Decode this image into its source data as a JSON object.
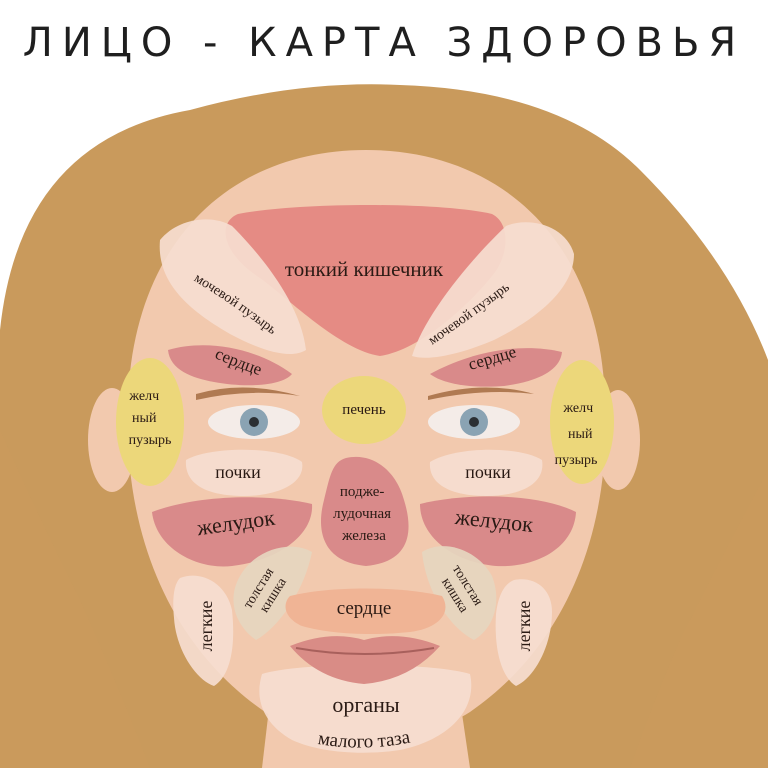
{
  "title": "ЛИЦО - КАРТА ЗДОРОВЬЯ",
  "zones": {
    "small_intestine": "тонкий кишечник",
    "bladder_left": "мочевой пузырь",
    "bladder_right": "мочевой пузырь",
    "heart_left": "сердце",
    "heart_right": "сердце",
    "heart_chin": "сердце",
    "gallbladder_left": [
      "желч",
      "ный",
      "пузырь"
    ],
    "gallbladder_right": [
      "желч",
      "ный",
      "пузырь"
    ],
    "liver": "печень",
    "kidneys_left": "почки",
    "kidneys_right": "почки",
    "stomach_left": "желудок",
    "stomach_right": "желудок",
    "pancreas": [
      "подже-",
      "лудочная",
      "железа"
    ],
    "colon_left": [
      "толстая",
      "кишка"
    ],
    "colon_right": [
      "толстая",
      "кишка"
    ],
    "lungs_left": "легкие",
    "lungs_right": "легкие",
    "pelvic_organs": [
      "органы",
      "малого таза"
    ]
  },
  "colors": {
    "background": "#ffffff",
    "hair": "#c99a5c",
    "skin": "#f2c9ae",
    "pink_zone": "#e58b84",
    "light_zone": "#f6ddd0",
    "rose_zone": "#d98a8a",
    "yellow_zone": "#ecd77a",
    "beige_zone": "#e6d6bf",
    "salmon_zone": "#f0b495",
    "lips": "#d98c86",
    "iris": "#8aa3b3"
  }
}
